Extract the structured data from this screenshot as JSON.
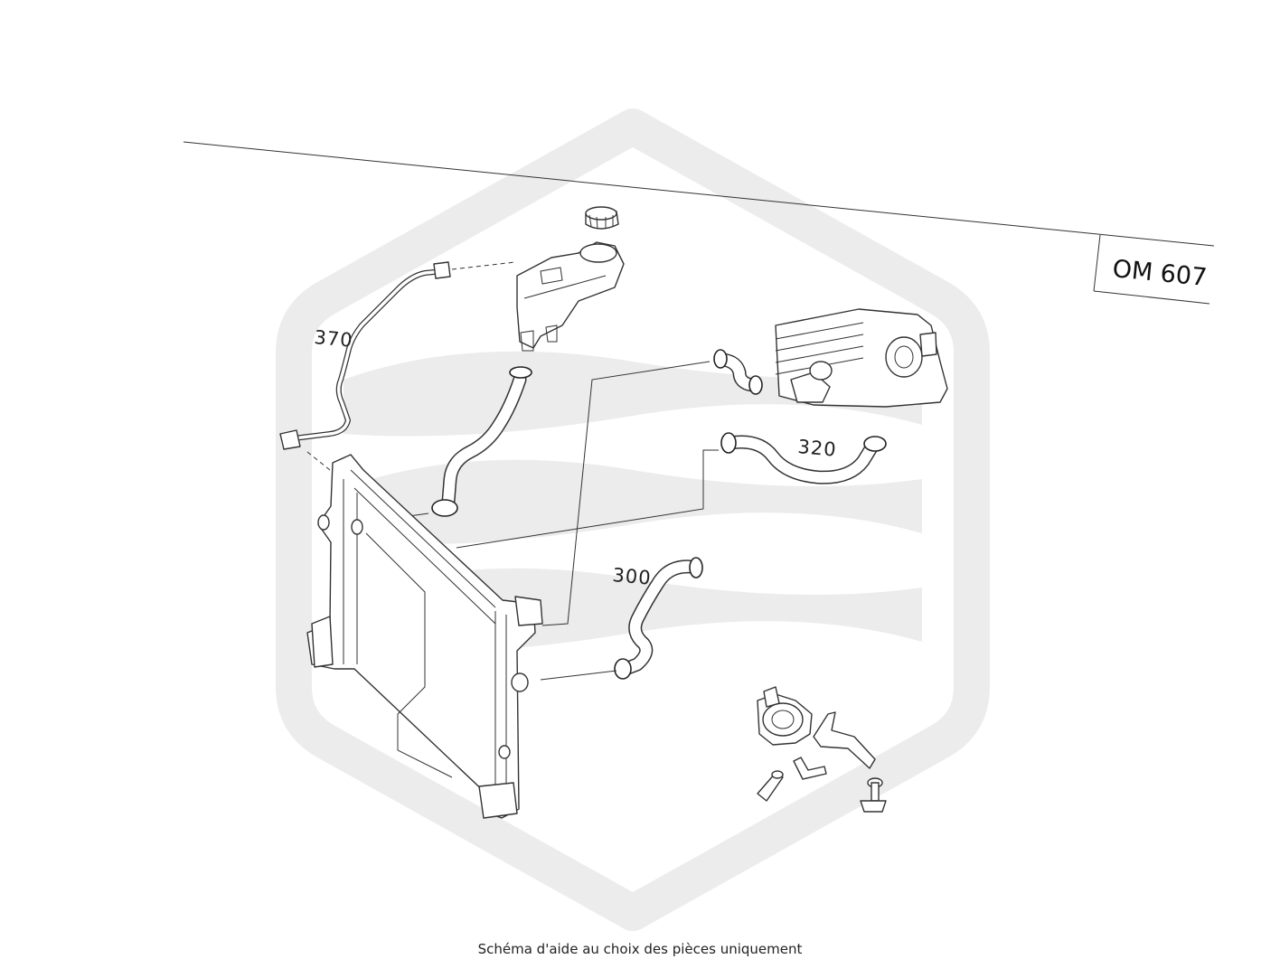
{
  "engine_code": "OM 607",
  "callouts": {
    "part_370": "370",
    "part_320": "320",
    "part_300": "300"
  },
  "caption": "Schéma d'aide au choix des pièces uniquement",
  "colors": {
    "line": "#333333",
    "watermark": "#ececec",
    "background": "#ffffff"
  }
}
